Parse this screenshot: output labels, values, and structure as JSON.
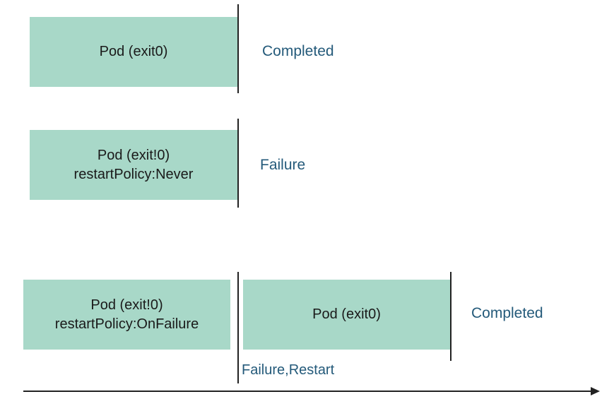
{
  "row1": {
    "pod_line1": "Pod (exit0)",
    "status": "Completed"
  },
  "row2": {
    "pod_line1": "Pod (exit!0)",
    "pod_line2": "restartPolicy:Never",
    "status": "Failure"
  },
  "row3": {
    "pod_line1": "Pod (exit!0)",
    "pod_line2": "restartPolicy:OnFailure",
    "transition": "Failure,Restart",
    "restarted_pod": "Pod (exit0)",
    "status": "Completed"
  },
  "colors": {
    "box_fill": "#a8d8c8",
    "status_text": "#245a7a",
    "line": "#222222"
  }
}
